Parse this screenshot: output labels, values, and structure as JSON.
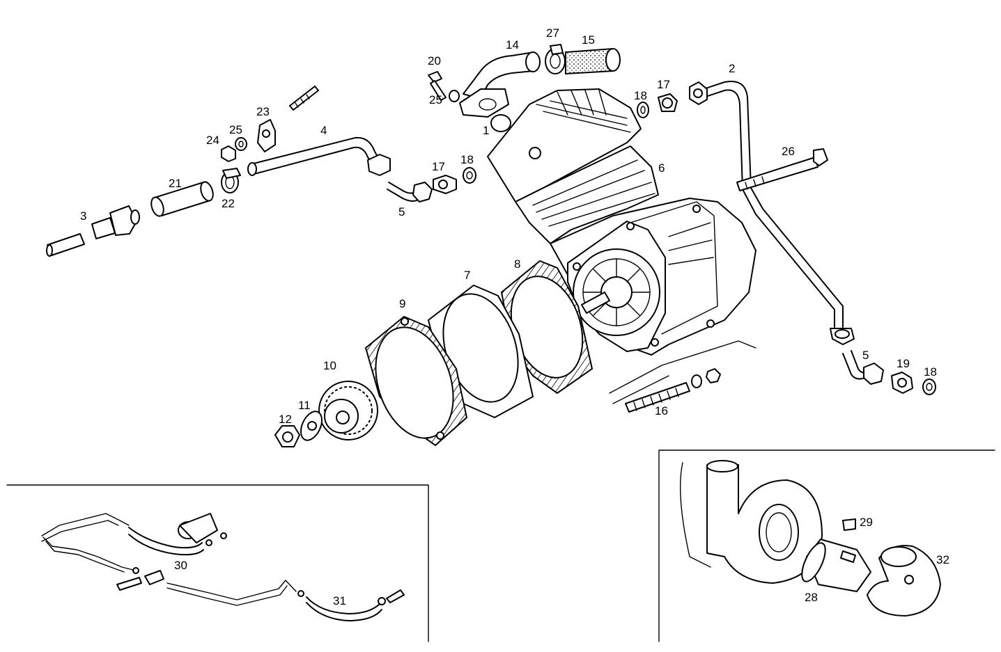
{
  "callouts": {
    "p1": "1",
    "p2": "2",
    "p3": "3",
    "p4": "4",
    "p5a": "5",
    "p5b": "5",
    "p6": "6",
    "p7": "7",
    "p8": "8",
    "p9": "9",
    "p10": "10",
    "p11": "11",
    "p12": "12",
    "p14": "14",
    "p15": "15",
    "p16": "16",
    "p17a": "17",
    "p17b": "17",
    "p18a": "18",
    "p18b": "18",
    "p18c": "18",
    "p19": "19",
    "p20": "20",
    "p21": "21",
    "p22": "22",
    "p23": "23",
    "p24": "24",
    "p25a": "25",
    "p25b": "25",
    "p26": "26",
    "p27": "27",
    "p28": "28",
    "p29": "29",
    "p30": "30",
    "p31": "31",
    "p32": "32"
  }
}
